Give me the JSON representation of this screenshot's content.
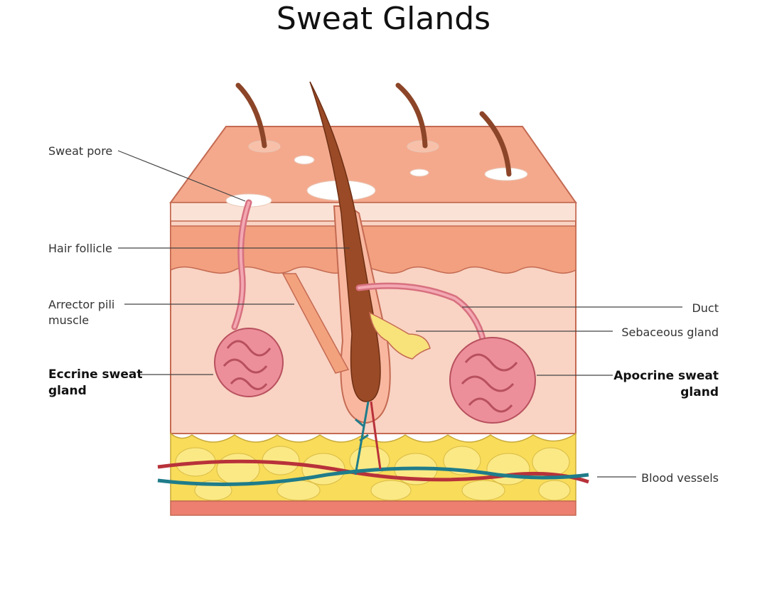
{
  "title": "Sweat Glands",
  "labels": {
    "sweat_pore": "Sweat pore",
    "hair_follicle": "Hair follicle",
    "arrector_pili_1": "Arrector pili",
    "arrector_pili_2": "muscle",
    "eccrine_1": "Eccrine sweat",
    "eccrine_2": "gland",
    "duct": "Duct",
    "sebaceous": "Sebaceous gland",
    "apocrine_1": "Apocrine sweat",
    "apocrine_2": "gland",
    "blood_vessels": "Blood vessels"
  },
  "colors": {
    "epidermis": "#f4a98d",
    "dermis": "#f9d3c3",
    "fat": "#f8dc5a",
    "hair": "#a0502e",
    "gland": "#ec8f9a",
    "vein": "#1f7c8a",
    "artery": "#b8323a"
  }
}
